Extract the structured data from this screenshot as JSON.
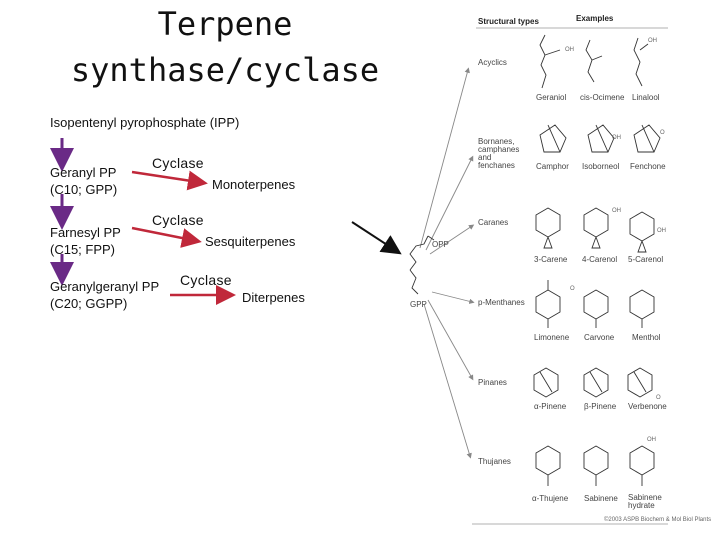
{
  "title": {
    "line1": "Terpene",
    "line2": "synthase/cyclase"
  },
  "ipp_label": "Isopentenyl pyrophosphate (IPP)",
  "substrates": [
    {
      "name": "Geranyl PP",
      "abbr": "(C10; GPP)",
      "enzyme": "Cyclase",
      "product": "Monoterpenes"
    },
    {
      "name": "Farnesyl PP",
      "abbr": "(C15; FPP)",
      "enzyme": "Cyclase",
      "product": "Sesquiterpenes"
    },
    {
      "name": "Geranylgeranyl PP",
      "abbr": "(C20; GGPP)",
      "enzyme": "Cyclase",
      "product": "Diterpenes"
    }
  ],
  "figure": {
    "header_types": "Structural types",
    "header_examples": "Examples",
    "opp_label": "OPP",
    "gpp_label": "GPP",
    "oh_label": "OH",
    "o_label": "O",
    "types": [
      {
        "type": "Acyclics",
        "examples": [
          "Geraniol",
          "cis-Ocimene",
          "Linalool"
        ]
      },
      {
        "type": "Bornanes, camphanes and fenchanes",
        "examples": [
          "Camphor",
          "Isoborneol",
          "Fenchone"
        ]
      },
      {
        "type": "Caranes",
        "examples": [
          "3-Carene",
          "4-Carenol",
          "5-Carenol"
        ]
      },
      {
        "type": "p-Menthanes",
        "examples": [
          "Limonene",
          "Carvone",
          "Menthol"
        ]
      },
      {
        "type": "Pinanes",
        "examples": [
          "α-Pinene",
          "β-Pinene",
          "Verbenone"
        ]
      },
      {
        "type": "Thujanes",
        "examples": [
          "α-Thujene",
          "Sabinene",
          "Sabinene hydrate"
        ]
      }
    ],
    "copyright": "©2003 ASPB Biochem & Mol Biol Plants"
  },
  "colors": {
    "arrow_purple": "#6a2a86",
    "arrow_red": "#c0283a"
  }
}
